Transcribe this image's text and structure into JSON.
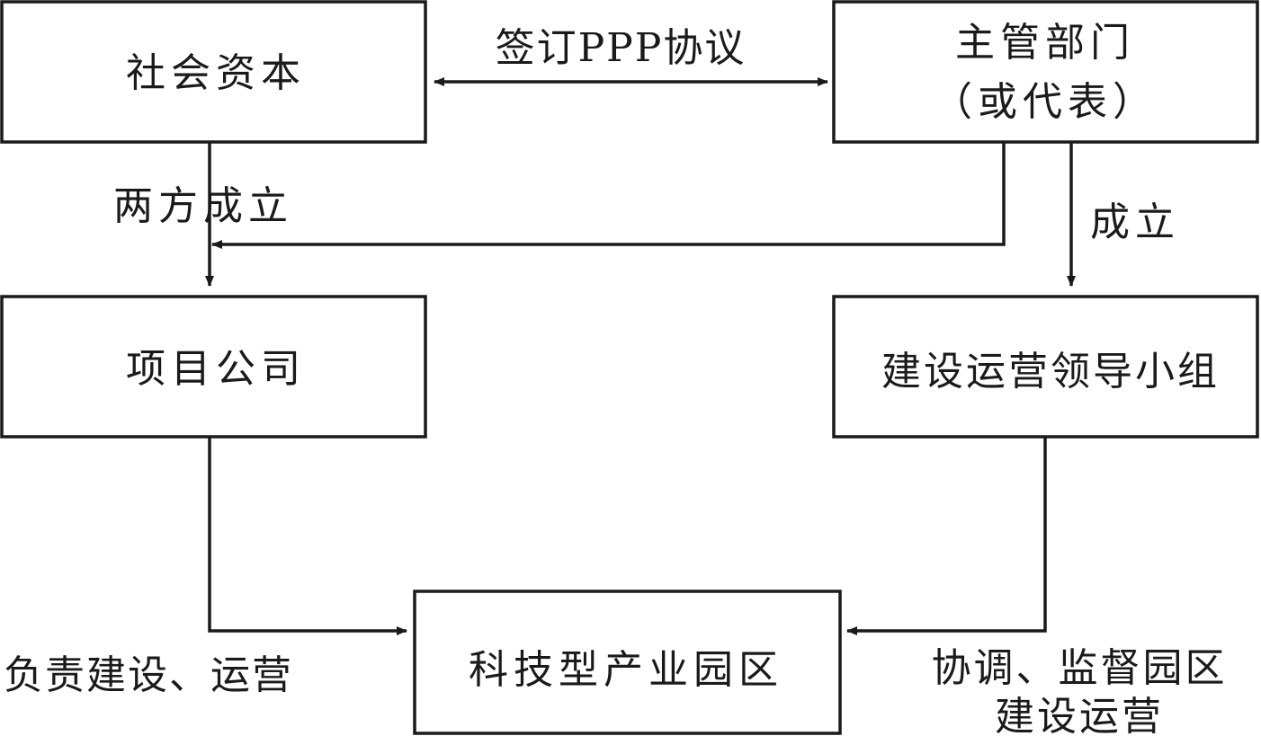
{
  "nodes": {
    "social_capital": {
      "label": "社会资本"
    },
    "authority": {
      "label_line1": "主管部门",
      "label_line2": "（或代表）"
    },
    "project_company": {
      "label": "项目公司"
    },
    "leadership_group": {
      "label": "建设运营领导小组"
    },
    "tech_park": {
      "label": "科技型产业园区"
    }
  },
  "edges": {
    "ppp_agreement": {
      "label": "签订PPP协议"
    },
    "both_establish": {
      "label": "两方成立"
    },
    "establish": {
      "label": "成立"
    },
    "construct_operate": {
      "label": "负责建设、运营"
    },
    "coordinate_supervise": {
      "label_line1": "协调、监督园区",
      "label_line2": "建设运营"
    }
  },
  "colors": {
    "stroke": "#1a1a1a",
    "background": "#ffffff"
  }
}
